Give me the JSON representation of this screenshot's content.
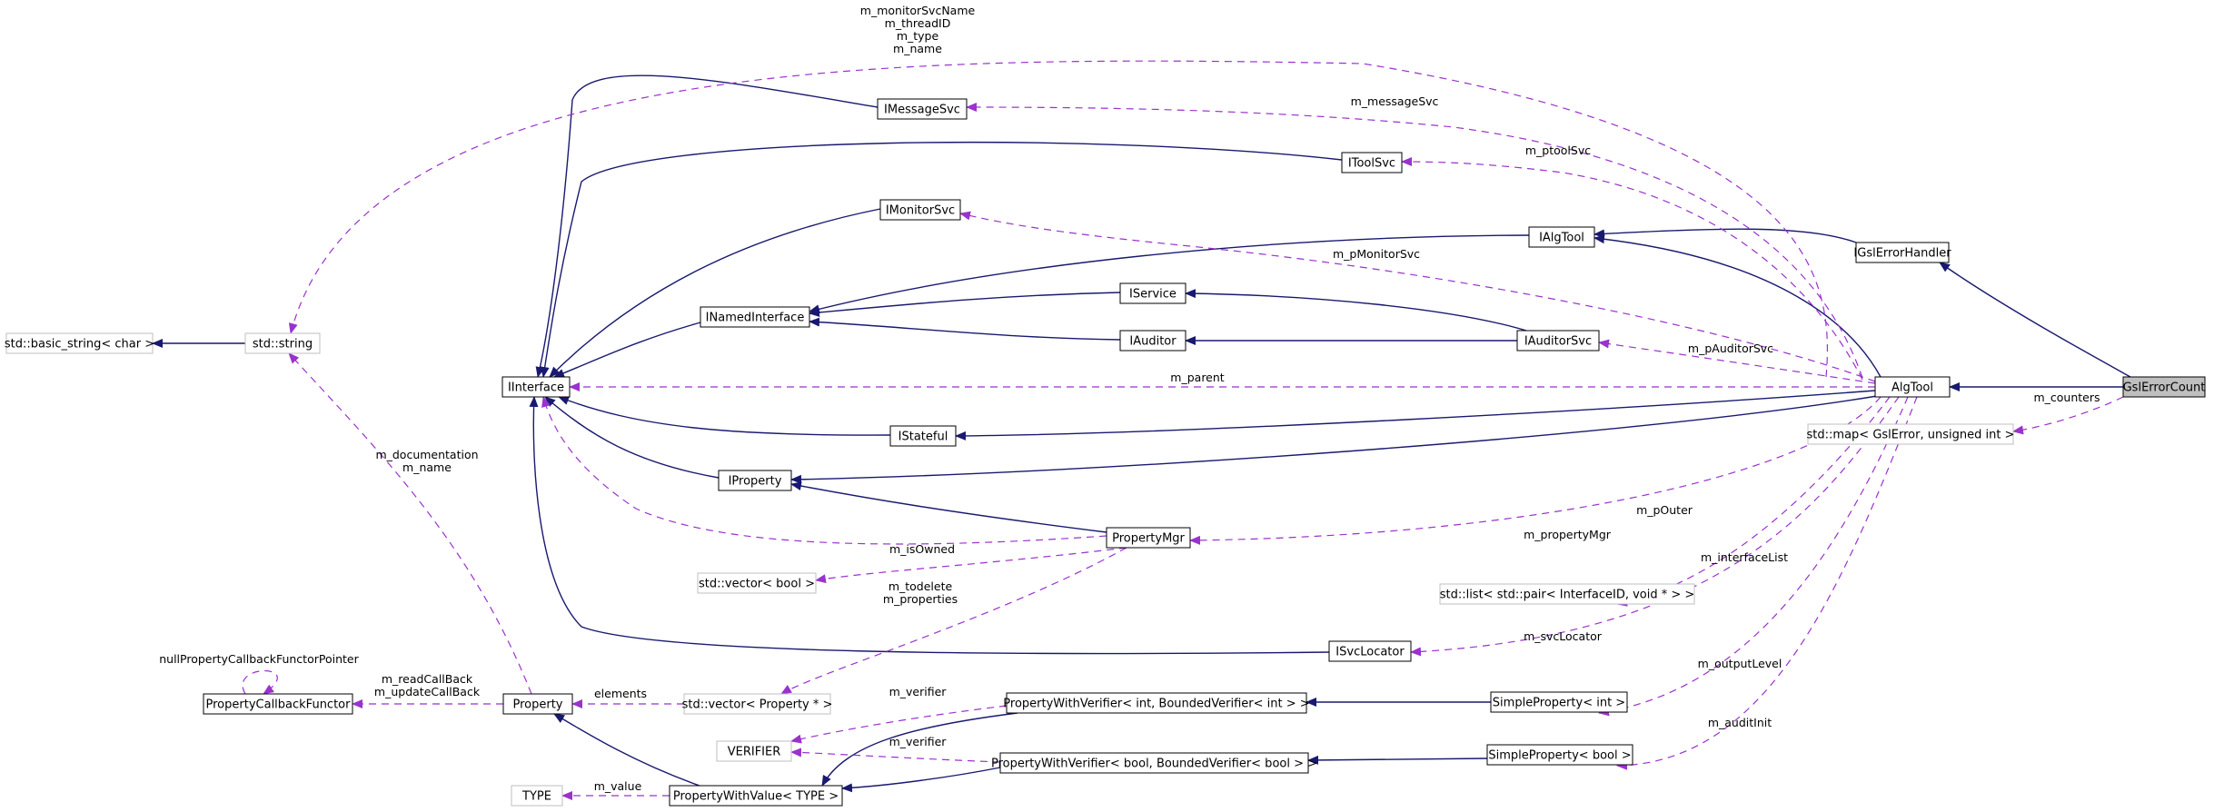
{
  "nodes": [
    {
      "id": "GslErrorCount",
      "label": "GslErrorCount",
      "style": "highlight"
    },
    {
      "id": "IGslErrorHandler",
      "label": "IGslErrorHandler",
      "style": "class"
    },
    {
      "id": "AlgTool",
      "label": "AlgTool",
      "style": "class"
    },
    {
      "id": "IAlgTool",
      "label": "IAlgTool",
      "style": "class"
    },
    {
      "id": "IToolSvc",
      "label": "IToolSvc",
      "style": "class"
    },
    {
      "id": "IMessageSvc",
      "label": "IMessageSvc",
      "style": "class"
    },
    {
      "id": "IMonitorSvc",
      "label": "IMonitorSvc",
      "style": "class"
    },
    {
      "id": "IService",
      "label": "IService",
      "style": "class"
    },
    {
      "id": "IAuditor",
      "label": "IAuditor",
      "style": "class"
    },
    {
      "id": "IAuditorSvc",
      "label": "IAuditorSvc",
      "style": "class"
    },
    {
      "id": "INamedInterface",
      "label": "INamedInterface",
      "style": "class"
    },
    {
      "id": "IInterface",
      "label": "IInterface",
      "style": "class"
    },
    {
      "id": "IStateful",
      "label": "IStateful",
      "style": "class"
    },
    {
      "id": "IProperty",
      "label": "IProperty",
      "style": "class"
    },
    {
      "id": "PropertyMgr",
      "label": "PropertyMgr",
      "style": "class"
    },
    {
      "id": "ISvcLocator",
      "label": "ISvcLocator",
      "style": "class"
    },
    {
      "id": "std_basic_string",
      "label": "std::basic_string< char >",
      "style": "template"
    },
    {
      "id": "std_string",
      "label": "std::string",
      "style": "template"
    },
    {
      "id": "std_map",
      "label": "std::map< GslError, unsigned int >",
      "style": "template"
    },
    {
      "id": "std_vector_bool",
      "label": "std::vector< bool >",
      "style": "template"
    },
    {
      "id": "std_list",
      "label": "std::list< std::pair< InterfaceID, void * > >",
      "style": "template"
    },
    {
      "id": "std_vector_prop",
      "label": "std::vector< Property * >",
      "style": "template"
    },
    {
      "id": "Property",
      "label": "Property",
      "style": "class"
    },
    {
      "id": "PropertyCallbackFunctor",
      "label": "PropertyCallbackFunctor",
      "style": "class"
    },
    {
      "id": "PWV_int",
      "label": "PropertyWithVerifier< int, BoundedVerifier< int > >",
      "style": "class"
    },
    {
      "id": "PWV_bool",
      "label": "PropertyWithVerifier< bool, BoundedVerifier< bool > >",
      "style": "class"
    },
    {
      "id": "SimpleProperty_int",
      "label": "SimpleProperty< int >",
      "style": "class"
    },
    {
      "id": "SimpleProperty_bool",
      "label": "SimpleProperty< bool >",
      "style": "class"
    },
    {
      "id": "VERIFIER",
      "label": "VERIFIER",
      "style": "template"
    },
    {
      "id": "TYPE",
      "label": "TYPE",
      "style": "template"
    },
    {
      "id": "PropertyWithValue",
      "label": "PropertyWithValue< TYPE >",
      "style": "class"
    }
  ],
  "edges": [
    {
      "from": "GslErrorCount",
      "to": "IGslErrorHandler",
      "kind": "inheritance"
    },
    {
      "from": "GslErrorCount",
      "to": "AlgTool",
      "kind": "inheritance"
    },
    {
      "from": "IGslErrorHandler",
      "to": "IAlgTool",
      "kind": "inheritance"
    },
    {
      "from": "AlgTool",
      "to": "IAlgTool",
      "kind": "inheritance"
    },
    {
      "from": "AlgTool",
      "to": "IStateful",
      "kind": "inheritance"
    },
    {
      "from": "AlgTool",
      "to": "IProperty",
      "kind": "inheritance"
    },
    {
      "from": "IAlgTool",
      "to": "INamedInterface",
      "kind": "inheritance"
    },
    {
      "from": "IService",
      "to": "INamedInterface",
      "kind": "inheritance"
    },
    {
      "from": "IAuditor",
      "to": "INamedInterface",
      "kind": "inheritance"
    },
    {
      "from": "IAuditorSvc",
      "to": "IService",
      "kind": "inheritance"
    },
    {
      "from": "IAuditorSvc",
      "to": "IAuditor",
      "kind": "inheritance"
    },
    {
      "from": "INamedInterface",
      "to": "IInterface",
      "kind": "inheritance"
    },
    {
      "from": "IMessageSvc",
      "to": "IInterface",
      "kind": "inheritance"
    },
    {
      "from": "IToolSvc",
      "to": "IInterface",
      "kind": "inheritance"
    },
    {
      "from": "IMonitorSvc",
      "to": "IInterface",
      "kind": "inheritance"
    },
    {
      "from": "IStateful",
      "to": "IInterface",
      "kind": "inheritance"
    },
    {
      "from": "IProperty",
      "to": "IInterface",
      "kind": "inheritance"
    },
    {
      "from": "PropertyMgr",
      "to": "IProperty",
      "kind": "inheritance"
    },
    {
      "from": "ISvcLocator",
      "to": "IInterface",
      "kind": "inheritance"
    },
    {
      "from": "std_string",
      "to": "std_basic_string",
      "kind": "inheritance"
    },
    {
      "from": "PropertyWithValue",
      "to": "Property",
      "kind": "inheritance"
    },
    {
      "from": "PWV_int",
      "to": "PropertyWithValue",
      "kind": "inheritance"
    },
    {
      "from": "PWV_bool",
      "to": "PropertyWithValue",
      "kind": "inheritance"
    },
    {
      "from": "SimpleProperty_int",
      "to": "PWV_int",
      "kind": "inheritance"
    },
    {
      "from": "SimpleProperty_bool",
      "to": "PWV_bool",
      "kind": "inheritance"
    },
    {
      "from": "AlgTool",
      "to": "std_string",
      "kind": "usage",
      "label": [
        "m_monitorSvcName",
        "m_threadID",
        "m_type",
        "m_name"
      ]
    },
    {
      "from": "AlgTool",
      "to": "IMessageSvc",
      "kind": "usage",
      "label": [
        "m_messageSvc"
      ]
    },
    {
      "from": "AlgTool",
      "to": "IToolSvc",
      "kind": "usage",
      "label": [
        "m_ptoolSvc"
      ]
    },
    {
      "from": "AlgTool",
      "to": "IMonitorSvc",
      "kind": "usage",
      "label": [
        "m_pMonitorSvc"
      ]
    },
    {
      "from": "AlgTool",
      "to": "IAuditorSvc",
      "kind": "usage",
      "label": [
        "m_pAuditorSvc"
      ]
    },
    {
      "from": "AlgTool",
      "to": "IInterface",
      "kind": "usage",
      "label": [
        "m_parent"
      ]
    },
    {
      "from": "GslErrorCount",
      "to": "std_map",
      "kind": "usage",
      "label": [
        "m_counters"
      ]
    },
    {
      "from": "AlgTool",
      "to": "PropertyMgr",
      "kind": "usage",
      "label": [
        "m_propertyMgr"
      ]
    },
    {
      "from": "AlgTool",
      "to": "std_list",
      "kind": "usage",
      "label": [
        "m_interfaceList"
      ]
    },
    {
      "from": "AlgTool",
      "to": "ISvcLocator",
      "kind": "usage",
      "label": [
        "m_svcLocator"
      ]
    },
    {
      "from": "AlgTool",
      "to": "SimpleProperty_int",
      "kind": "usage",
      "label": [
        "m_outputLevel"
      ]
    },
    {
      "from": "AlgTool",
      "to": "SimpleProperty_bool",
      "kind": "usage",
      "label": [
        "m_auditInit"
      ]
    },
    {
      "from": "PropertyMgr",
      "to": "IInterface",
      "kind": "usage",
      "label": [
        "m_pOuter"
      ]
    },
    {
      "from": "PropertyMgr",
      "to": "std_vector_bool",
      "kind": "usage",
      "label": [
        "m_isOwned"
      ]
    },
    {
      "from": "PropertyMgr",
      "to": "std_vector_prop",
      "kind": "usage",
      "label": [
        "m_todelete",
        "m_properties"
      ]
    },
    {
      "from": "Property",
      "to": "std_string",
      "kind": "usage",
      "label": [
        "m_documentation",
        "m_name"
      ]
    },
    {
      "from": "std_vector_prop",
      "to": "Property",
      "kind": "usage",
      "label": [
        "elements"
      ]
    },
    {
      "from": "Property",
      "to": "PropertyCallbackFunctor",
      "kind": "usage",
      "label": [
        "m_readCallBack",
        "m_updateCallBack"
      ]
    },
    {
      "from": "PropertyCallbackFunctor",
      "to": "PropertyCallbackFunctor",
      "kind": "usage",
      "label": [
        "nullPropertyCallbackFunctorPointer"
      ]
    },
    {
      "from": "PWV_int",
      "to": "VERIFIER",
      "kind": "usage",
      "label": [
        "m_verifier"
      ]
    },
    {
      "from": "PWV_bool",
      "to": "VERIFIER",
      "kind": "usage",
      "label": [
        "m_verifier"
      ]
    },
    {
      "from": "PropertyWithValue",
      "to": "TYPE",
      "kind": "usage",
      "label": [
        "m_value"
      ]
    }
  ],
  "colors": {
    "inheritance": "#191970",
    "usage": "#9a32cd",
    "template_border": "#bfbfbf",
    "class_border": "#000000",
    "highlight_fill": "#bfbfbf"
  }
}
